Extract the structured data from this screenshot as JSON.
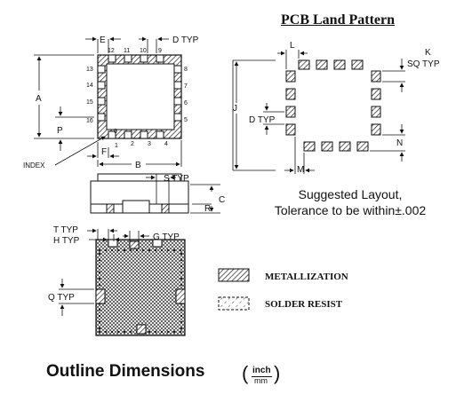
{
  "pcb_title": "PCB Land Pattern",
  "note_line1": "Suggested Layout,",
  "note_line2": "Tolerance to be within±.002",
  "bottom_title": "Outline Dimensions",
  "units": {
    "num": "inch",
    "den": "mm",
    "open": "(",
    "close": ")"
  },
  "dims": {
    "E": "E",
    "D_TYP": "D TYP",
    "A": "A",
    "P": "P",
    "F": "F",
    "B": "B",
    "INDEX": "INDEX",
    "S_TYP": "S TYP",
    "C": "C",
    "R": "R",
    "T_TYP": "T TYP",
    "H_TYP": "H TYP",
    "G_TYP": "G TYP",
    "Q_TYP": "Q TYP",
    "L": "L",
    "K": "K",
    "SQ_TYP": "SQ TYP",
    "J": "J",
    "D_TYP2": "D TYP",
    "N": "N",
    "M": "M"
  },
  "pins": {
    "top": [
      "12",
      "11",
      "10",
      "9"
    ],
    "bottom": [
      "1",
      "2",
      "3",
      "4"
    ],
    "left": [
      "13",
      "14",
      "15",
      "16"
    ],
    "right": [
      "8",
      "7",
      "6",
      "5"
    ],
    "zero": "0"
  },
  "legend": {
    "metallization": "METALLIZATION",
    "solder_resist": "SOLDER RESIST"
  }
}
